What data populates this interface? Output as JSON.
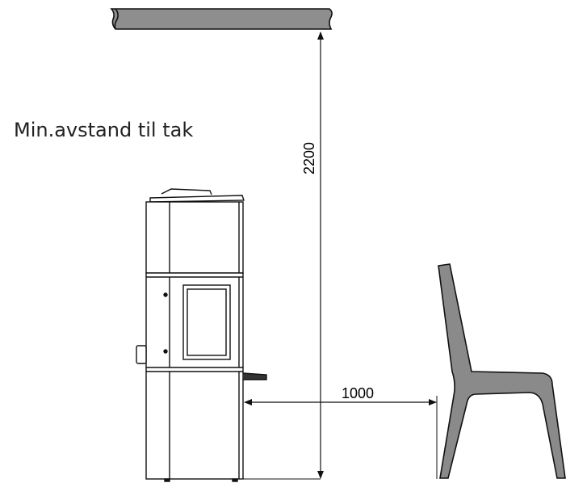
{
  "title": "Min.avstand til tak",
  "dimensions": {
    "ceiling_height": "2200",
    "front_distance": "1000"
  },
  "colors": {
    "ceiling_fill": "#8e8e8e",
    "chair_fill": "#8a8a8a",
    "line": "#111111",
    "background": "#ffffff"
  },
  "objects": {
    "ceiling": "ceiling-slab",
    "stove": "stove-side-view",
    "chair": "chair-side-view"
  }
}
